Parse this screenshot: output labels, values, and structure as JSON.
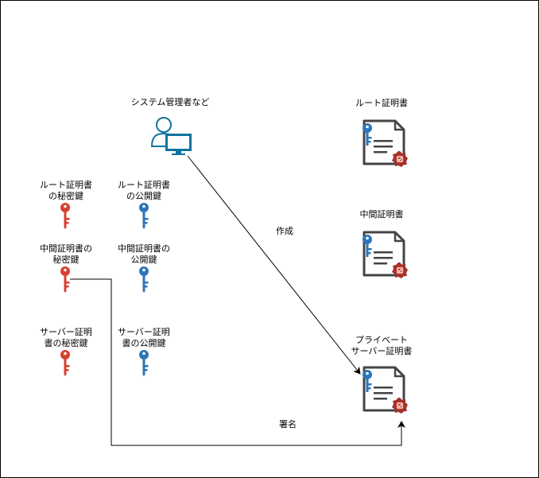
{
  "admin": {
    "label": "システム管理者など"
  },
  "keys": {
    "root_private": {
      "label1": "ルート証明書",
      "label2": "の秘密鍵",
      "color": "#d64230"
    },
    "root_public": {
      "label1": "ルート証明書",
      "label2": "の公開鍵",
      "color": "#2e75b6"
    },
    "inter_private": {
      "label1": "中間証明書の",
      "label2": "秘密鍵",
      "color": "#d64230"
    },
    "inter_public": {
      "label1": "中間証明書の",
      "label2": "公開鍵",
      "color": "#2e75b6"
    },
    "server_private": {
      "label1": "サーバー証明",
      "label2": "書の秘密鍵",
      "color": "#d64230"
    },
    "server_public": {
      "label1": "サーバー証明",
      "label2": "書の公開鍵",
      "color": "#2e75b6"
    }
  },
  "certs": {
    "root": {
      "label": "ルート証明書"
    },
    "inter": {
      "label": "中間証明書"
    },
    "server": {
      "label1": "プライベート",
      "label2": "サーバー証明書"
    }
  },
  "edges": {
    "create": {
      "label": "作成"
    },
    "sign": {
      "label": "署名"
    }
  },
  "colors": {
    "admin_icon": "#10739e",
    "key_public": "#2e75b6",
    "key_private": "#d64230",
    "seal": "#a4302a"
  }
}
